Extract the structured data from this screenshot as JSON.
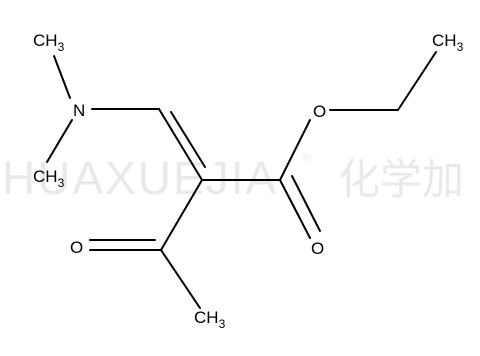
{
  "watermark": {
    "latin": "HUAXUEJIA",
    "registered": "®",
    "chinese": "化学加"
  },
  "atoms": {
    "n_methyl_top": {
      "element": "CH",
      "count": "3"
    },
    "n_methyl_bottom": {
      "element": "CH",
      "count": "3"
    },
    "nitrogen": {
      "element": "N"
    },
    "ester_oxygen": {
      "element": "O"
    },
    "ethyl_methyl": {
      "element": "CH",
      "count": "3"
    },
    "carbonyl_oxygen_ester": {
      "element": "O"
    },
    "carbonyl_oxygen_acetyl": {
      "element": "O"
    },
    "acetyl_methyl": {
      "element": "CH",
      "count": "3"
    }
  }
}
